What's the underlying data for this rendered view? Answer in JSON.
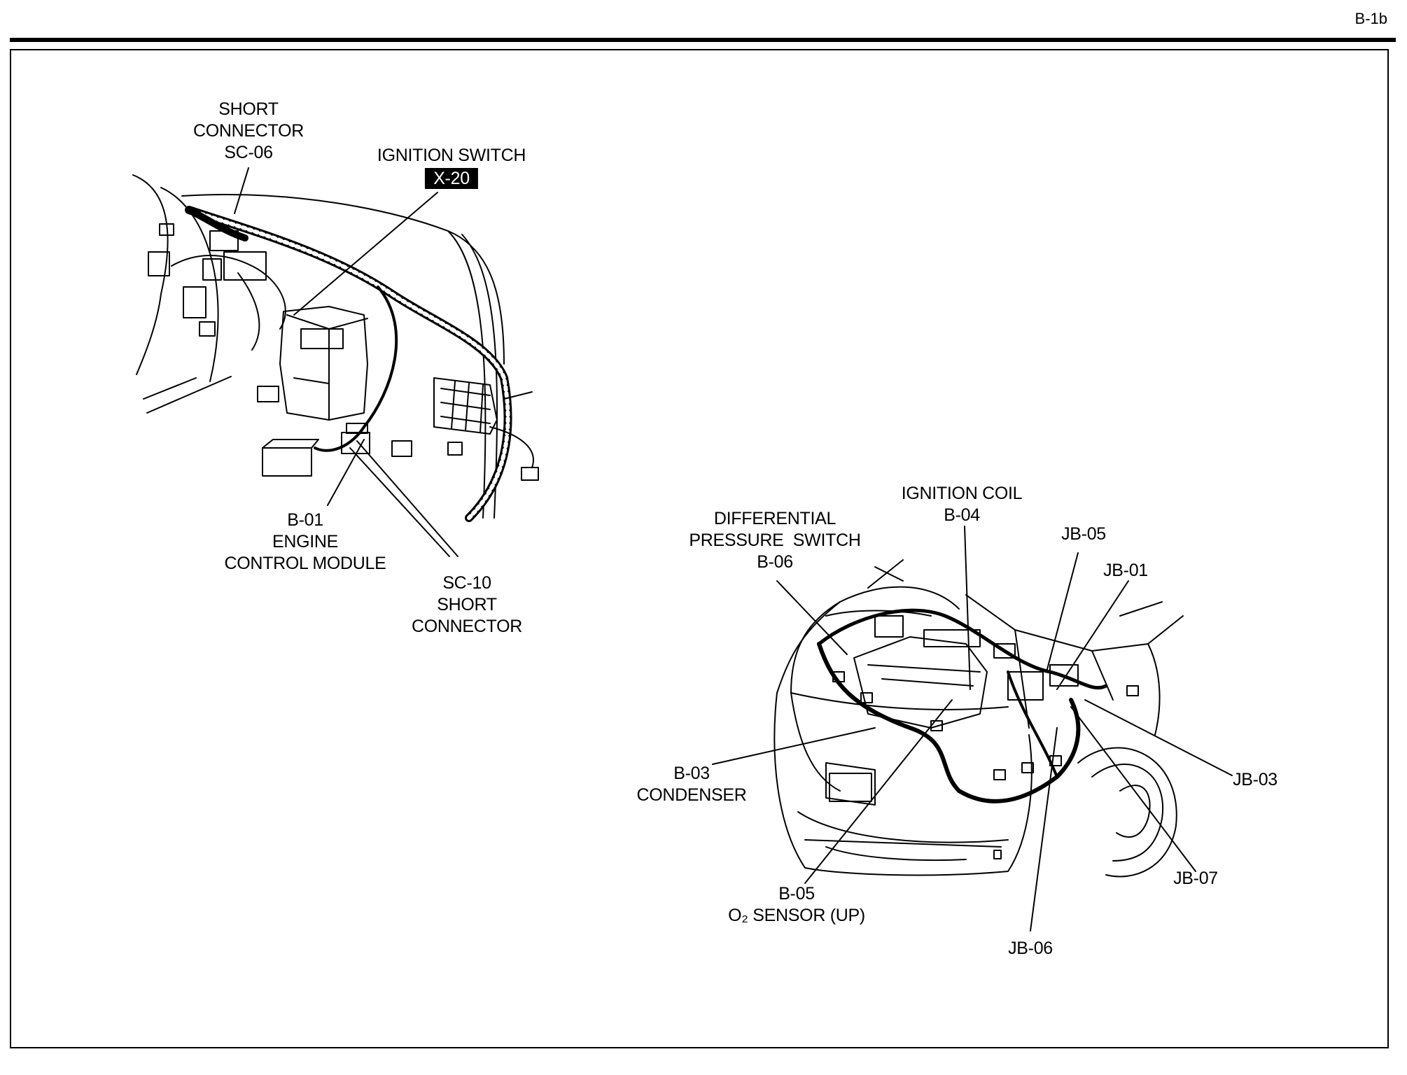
{
  "page_code": "B-1b",
  "labels": {
    "sc06": [
      "SHORT",
      "CONNECTOR",
      "SC-06"
    ],
    "ignition_switch": {
      "title": "IGNITION SWITCH",
      "code": "X-20"
    },
    "b01": [
      "B-01",
      "ENGINE",
      "CONTROL MODULE"
    ],
    "sc10": [
      "SC-10",
      "SHORT",
      "CONNECTOR"
    ],
    "ignition_coil": [
      "IGNITION COIL",
      "B-04"
    ],
    "diff_pressure": [
      "DIFFERENTIAL",
      "PRESSURE  SWITCH",
      "B-06"
    ],
    "jb05": "JB-05",
    "jb01": "JB-01",
    "jb03": "JB-03",
    "jb07": "JB-07",
    "jb06": "JB-06",
    "b03": [
      "B-03",
      "CONDENSER"
    ],
    "b05": [
      "B-05",
      "O₂ SENSOR (UP)"
    ]
  }
}
